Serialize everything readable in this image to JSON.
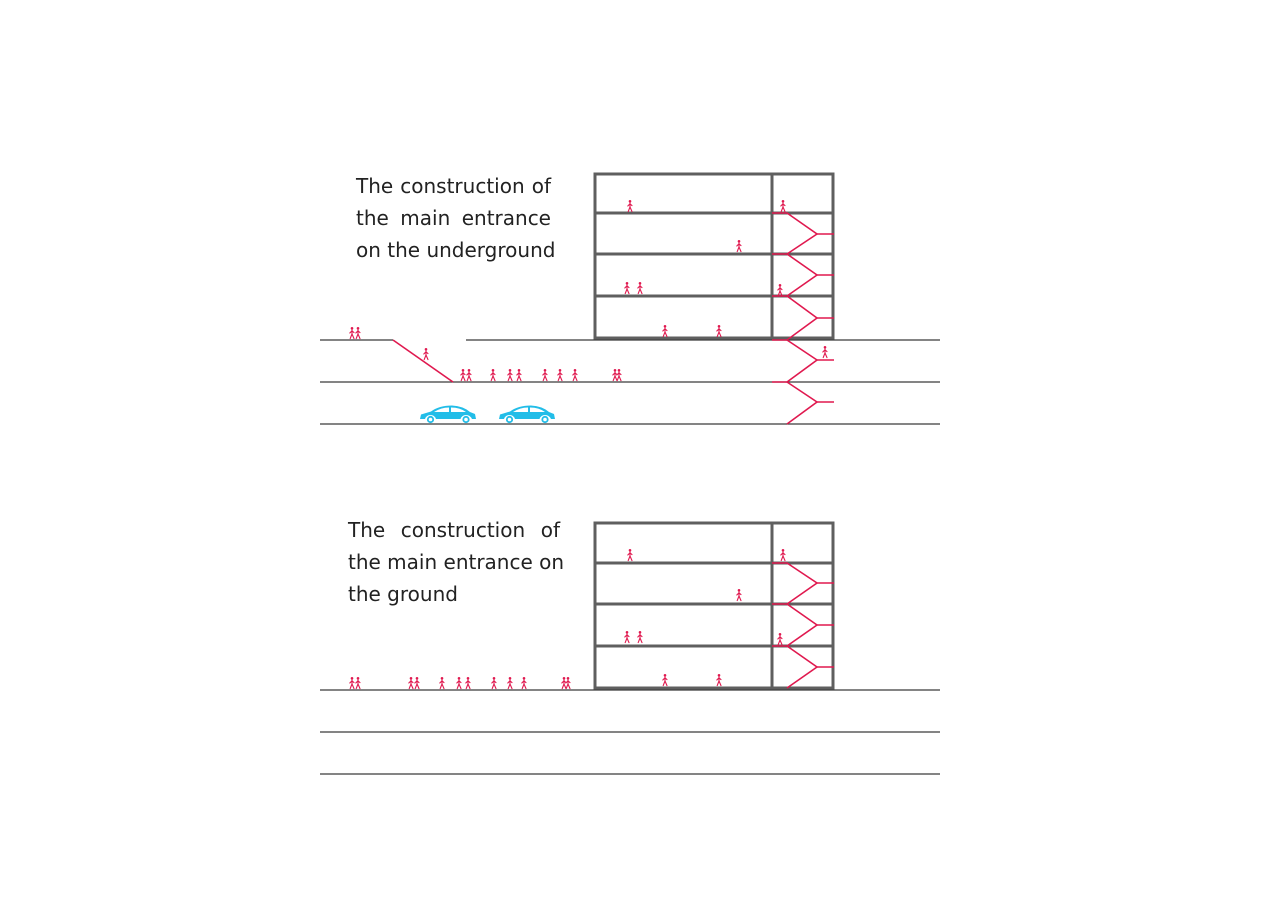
{
  "panels": [
    {
      "id": "underground",
      "caption_lines": [
        "The construction of",
        "the main entrance",
        "on the underground"
      ]
    },
    {
      "id": "ground",
      "caption_lines": [
        "The construction of",
        "the main entrance on",
        "the ground"
      ]
    }
  ],
  "colors": {
    "structure": "#5f5f5f",
    "ground_line": "#3a3a3a",
    "people": "#e0194f",
    "stairs": "#e0194f",
    "cars": "#22bde8"
  },
  "icons": {
    "person": "walking-person-icon",
    "car": "car-icon"
  }
}
